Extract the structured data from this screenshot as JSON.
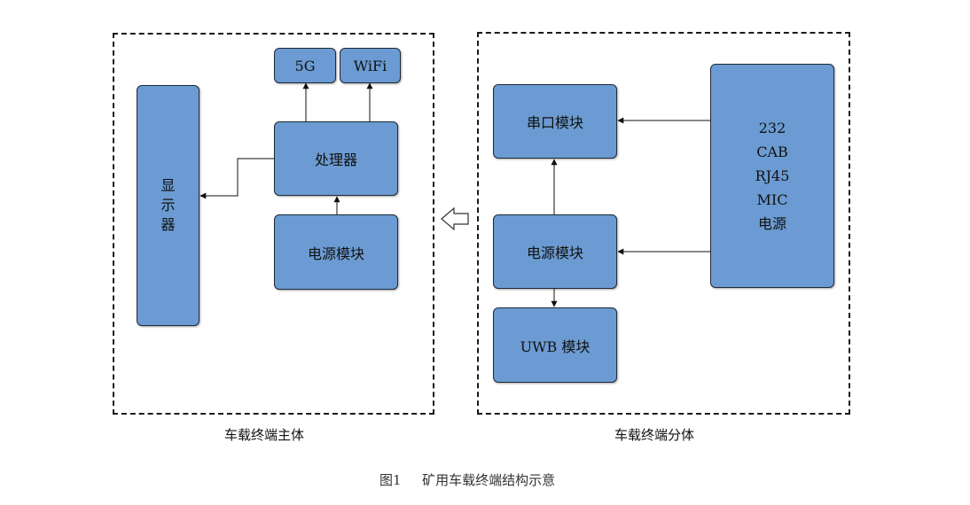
{
  "main_unit": {
    "caption": "车载终端主体",
    "display": [
      "显",
      "示",
      "器"
    ],
    "fiveg": "5G",
    "wifi": "WiFi",
    "processor": "处理器",
    "power": "电源模块"
  },
  "sub_unit": {
    "caption": "车载终端分体",
    "serial": "串口模块",
    "power": "电源模块",
    "uwb": "UWB 模块",
    "interfaces": [
      "232",
      "CAB",
      "RJ45",
      "MIC",
      "电源"
    ]
  },
  "figure_caption": {
    "number": "图1",
    "title": "矿用车载终端结构示意"
  },
  "colors": {
    "box_fill": "#6b9bd2",
    "box_border": "#1e2a38"
  }
}
